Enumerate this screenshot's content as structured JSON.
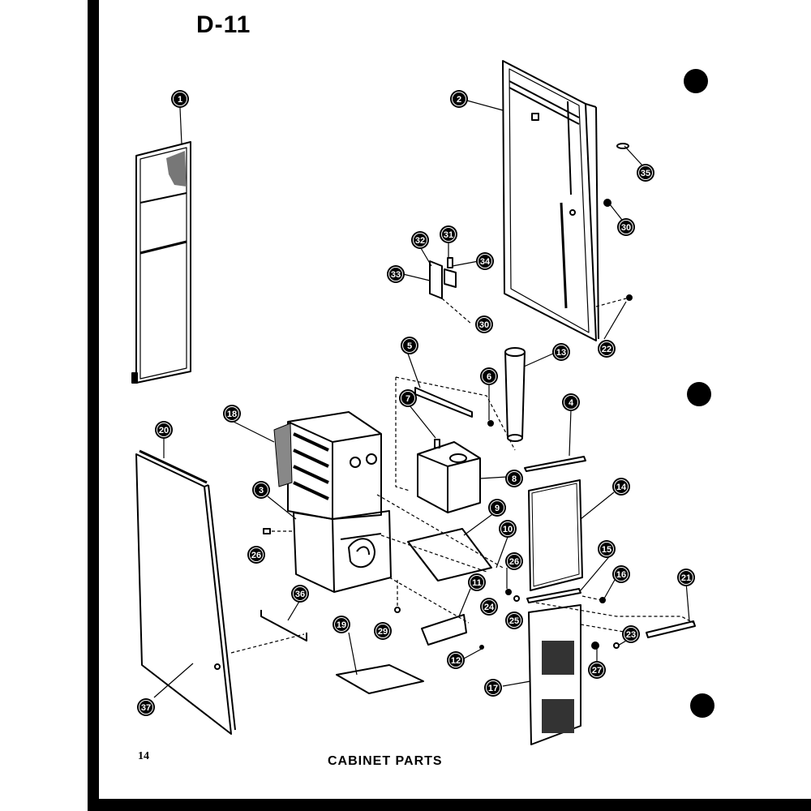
{
  "page": {
    "title": "D-11",
    "page_number": "14",
    "caption": "CABINET PARTS"
  },
  "callouts": [
    {
      "id": "c1",
      "label": "1"
    },
    {
      "id": "c2",
      "label": "2"
    },
    {
      "id": "c35",
      "label": "35"
    },
    {
      "id": "c30a",
      "label": "30"
    },
    {
      "id": "c31",
      "label": "31"
    },
    {
      "id": "c32",
      "label": "32"
    },
    {
      "id": "c34",
      "label": "34"
    },
    {
      "id": "c33",
      "label": "33"
    },
    {
      "id": "c30b",
      "label": "30"
    },
    {
      "id": "c22a",
      "label": "22"
    },
    {
      "id": "c5",
      "label": "5"
    },
    {
      "id": "c13",
      "label": "13"
    },
    {
      "id": "c6a",
      "label": "6"
    },
    {
      "id": "c7",
      "label": "7"
    },
    {
      "id": "c4",
      "label": "4"
    },
    {
      "id": "c20",
      "label": "20"
    },
    {
      "id": "c18",
      "label": "18"
    },
    {
      "id": "c8",
      "label": "8"
    },
    {
      "id": "c14",
      "label": "14"
    },
    {
      "id": "c3",
      "label": "3"
    },
    {
      "id": "c9",
      "label": "9"
    },
    {
      "id": "c10",
      "label": "10"
    },
    {
      "id": "c26a",
      "label": "26"
    },
    {
      "id": "c26b",
      "label": "26"
    },
    {
      "id": "c15",
      "label": "15"
    },
    {
      "id": "c16",
      "label": "16"
    },
    {
      "id": "c21",
      "label": "21"
    },
    {
      "id": "c11",
      "label": "11"
    },
    {
      "id": "c24",
      "label": "24"
    },
    {
      "id": "c25",
      "label": "25"
    },
    {
      "id": "c36",
      "label": "36"
    },
    {
      "id": "c29",
      "label": "29"
    },
    {
      "id": "c19",
      "label": "19"
    },
    {
      "id": "c23",
      "label": "23"
    },
    {
      "id": "c12",
      "label": "12"
    },
    {
      "id": "c27",
      "label": "27"
    },
    {
      "id": "c17",
      "label": "17"
    },
    {
      "id": "c37",
      "label": "37"
    }
  ]
}
